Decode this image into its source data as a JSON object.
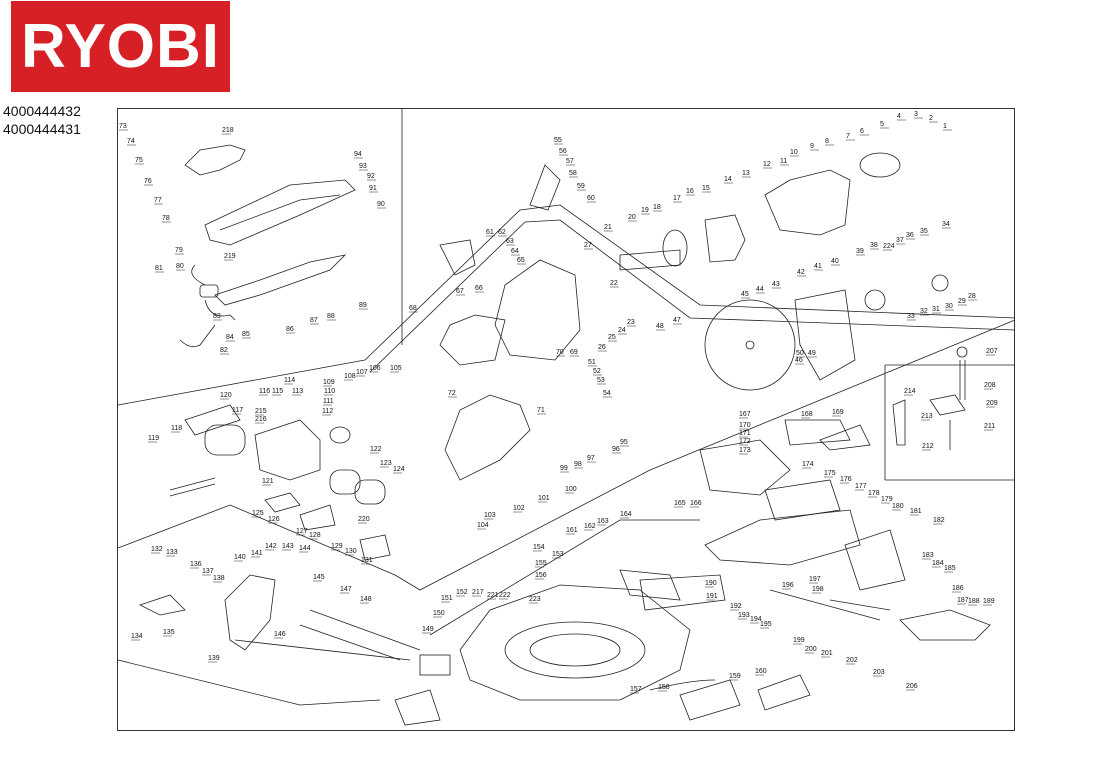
{
  "brand": {
    "name": "RYOBI",
    "color": "#d71f26"
  },
  "models": [
    "4000444432",
    "4000444431"
  ],
  "part_numbers": [
    "1",
    "2",
    "3",
    "4",
    "5",
    "6",
    "7",
    "8",
    "9",
    "10",
    "11",
    "12",
    "13",
    "14",
    "15",
    "16",
    "17",
    "18",
    "19",
    "20",
    "21",
    "22",
    "23",
    "24",
    "25",
    "26",
    "27",
    "28",
    "29",
    "30",
    "31",
    "32",
    "33",
    "34",
    "35",
    "36",
    "37",
    "38",
    "39",
    "40",
    "41",
    "42",
    "43",
    "44",
    "45",
    "46",
    "47",
    "48",
    "49",
    "50",
    "51",
    "52",
    "53",
    "54",
    "55",
    "56",
    "57",
    "58",
    "59",
    "60",
    "61",
    "62",
    "63",
    "64",
    "65",
    "66",
    "67",
    "68",
    "69",
    "70",
    "71",
    "72",
    "73",
    "74",
    "75",
    "76",
    "77",
    "78",
    "79",
    "80",
    "81",
    "82",
    "83",
    "84",
    "85",
    "86",
    "87",
    "88",
    "89",
    "90",
    "91",
    "92",
    "93",
    "94",
    "95",
    "96",
    "97",
    "98",
    "99",
    "100",
    "101",
    "102",
    "103",
    "104",
    "105",
    "106",
    "107",
    "108",
    "109",
    "110",
    "111",
    "112",
    "113",
    "114",
    "115",
    "116",
    "117",
    "118",
    "119",
    "120",
    "121",
    "122",
    "123",
    "124",
    "125",
    "126",
    "127",
    "128",
    "129",
    "130",
    "131",
    "132",
    "133",
    "134",
    "135",
    "136",
    "137",
    "138",
    "139",
    "140",
    "141",
    "142",
    "143",
    "144",
    "145",
    "146",
    "147",
    "148",
    "149",
    "150",
    "151",
    "152",
    "153",
    "154",
    "155",
    "156",
    "157",
    "158",
    "159",
    "160",
    "161",
    "162",
    "163",
    "164",
    "165",
    "166",
    "167",
    "168",
    "169",
    "170",
    "171",
    "172",
    "173",
    "174",
    "175",
    "176",
    "177",
    "178",
    "179",
    "180",
    "181",
    "182",
    "183",
    "184",
    "185",
    "186",
    "187",
    "188",
    "189",
    "190",
    "191",
    "192",
    "193",
    "194",
    "195",
    "196",
    "197",
    "198",
    "199",
    "200",
    "201",
    "202",
    "203",
    "206",
    "207",
    "208",
    "209",
    "211",
    "212",
    "213",
    "214",
    "215",
    "216",
    "217",
    "218",
    "219",
    "220",
    "221",
    "222",
    "223",
    "224"
  ]
}
